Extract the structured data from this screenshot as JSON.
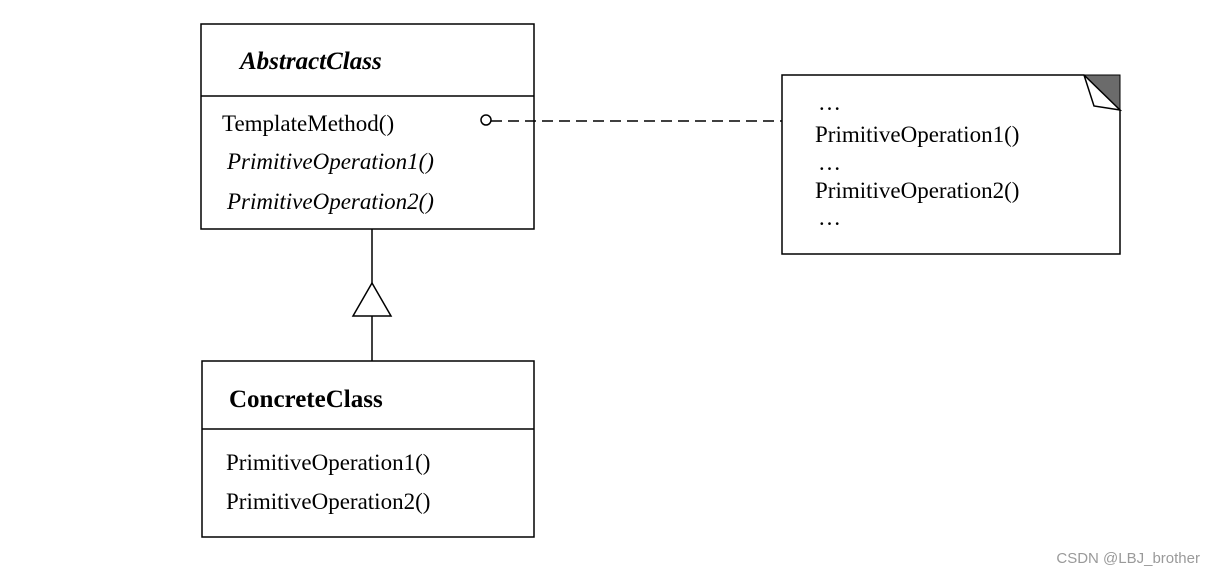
{
  "abstract_class": {
    "name": "AbstractClass",
    "operations": [
      "TemplateMethod()",
      "PrimitiveOperation1()",
      "PrimitiveOperation2()"
    ]
  },
  "concrete_class": {
    "name": "ConcreteClass",
    "operations": [
      "PrimitiveOperation1()",
      "PrimitiveOperation2()"
    ]
  },
  "note": {
    "lines": [
      "…",
      "PrimitiveOperation1()",
      "…",
      "PrimitiveOperation2()",
      "…"
    ]
  },
  "watermark": "CSDN @LBJ_brother"
}
